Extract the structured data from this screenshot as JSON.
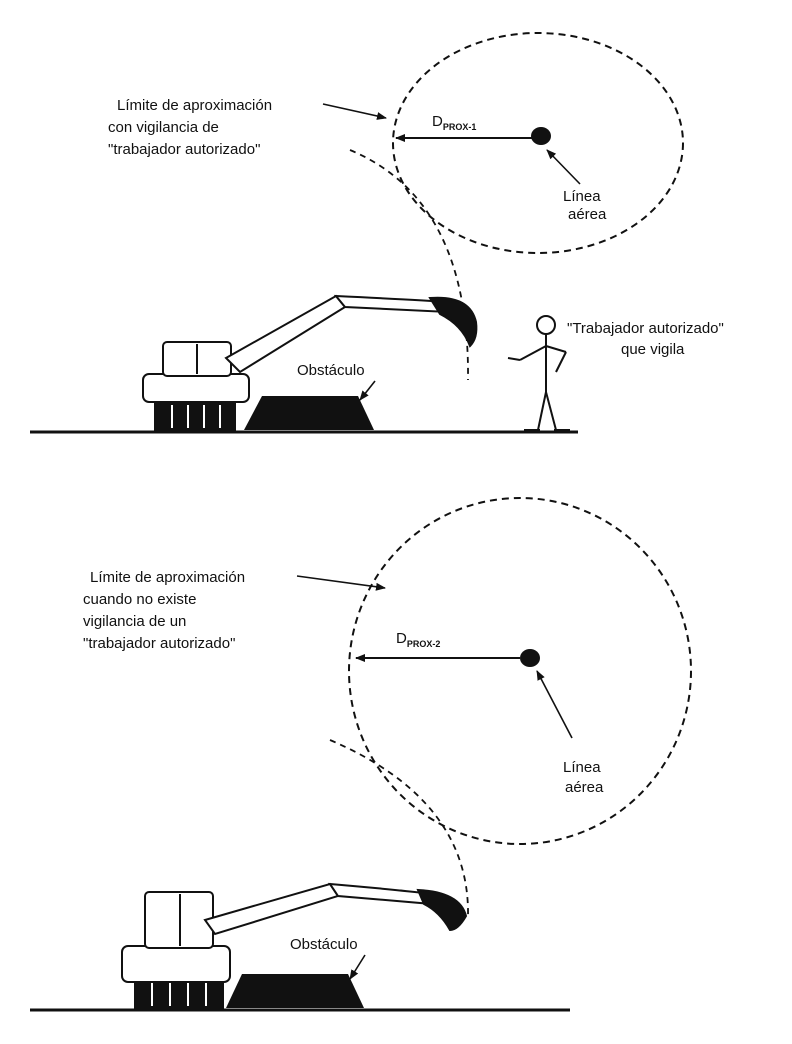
{
  "diagram1": {
    "limit_label": [
      "Límite de aproximación",
      "con vigilancia de",
      "\"trabajador autorizado\""
    ],
    "distance_label": "D",
    "distance_sub": "PROX-1",
    "line_label": [
      "Línea",
      "aérea"
    ],
    "obstacle_label": "Obstáculo",
    "worker_label": [
      "\"Trabajador autorizado\"",
      "que vigila"
    ]
  },
  "diagram2": {
    "limit_label": [
      "Límite de aproximación",
      "cuando no existe",
      "vigilancia de un",
      "\"trabajador autorizado\""
    ],
    "distance_label": "D",
    "distance_sub": "PROX-2",
    "line_label": [
      "Línea",
      "aérea"
    ],
    "obstacle_label": "Obstáculo"
  }
}
